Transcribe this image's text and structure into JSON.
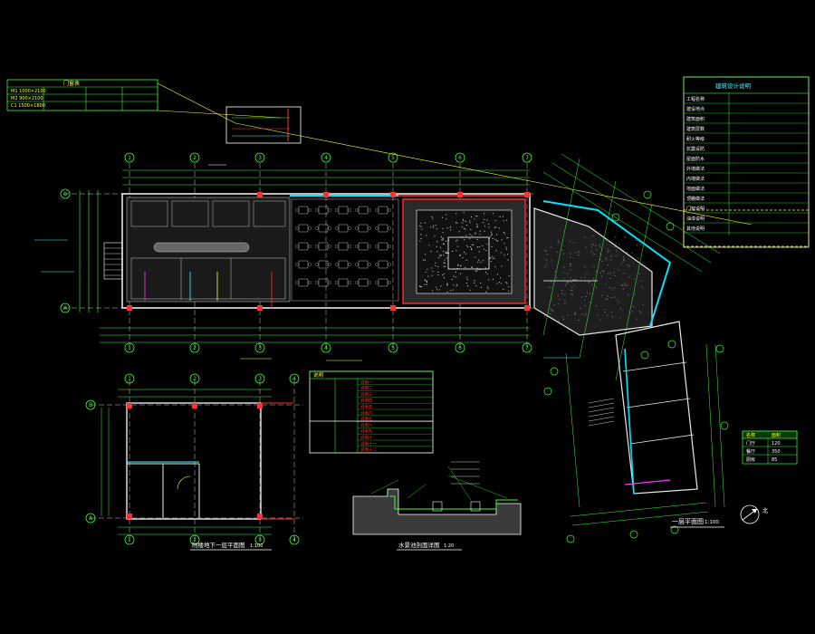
{
  "colors": {
    "background": "#000000",
    "wall": "#e8e8e8",
    "grid": "#33ff33",
    "glass": "#00e5ff",
    "column_red": "#ff3030",
    "yellow": "#ffff33",
    "magenta": "#ff33ff",
    "cyan": "#33ffff"
  },
  "axis_bubbles_top": [
    "1",
    "2",
    "3",
    "4",
    "5",
    "6",
    "7"
  ],
  "axis_bubbles_left": [
    "A",
    "B"
  ],
  "small_plan_top": [
    "1",
    "2",
    "3",
    "4"
  ],
  "small_plan_left": [
    "A",
    "B"
  ],
  "titles": {
    "main_plan": "一层平面图",
    "main_plan_scale": "1:100",
    "small_plan": "附楼地下一层平面图",
    "small_plan_scale": "1:100",
    "section_detail": "水景池剖面详图",
    "section_scale": "1:20"
  },
  "legend": {
    "rows": [
      [
        "名称",
        "面积"
      ],
      [
        "门厅",
        "120"
      ],
      [
        "餐厅",
        "350"
      ],
      [
        "厨房",
        "85"
      ]
    ]
  },
  "notes_table": {
    "header": "说明",
    "rows": [
      "说明一",
      "说明二",
      "说明三",
      "说明四",
      "说明五",
      "说明六",
      "说明七",
      "说明八",
      "说明九",
      "说明十",
      "说明十一",
      "说明十二"
    ]
  },
  "top_left_table": {
    "header": "门窗表",
    "rows": [
      "M1 1000×2100",
      "M2 900×2100",
      "C1 1500×1800"
    ]
  },
  "top_right_table": {
    "header": "建筑设计说明",
    "rows": [
      "工程名称",
      "建设地点",
      "建筑面积",
      "建筑层数",
      "耐火等级",
      "抗震设防",
      "屋面防水",
      "外墙做法",
      "内墙做法",
      "地面做法",
      "顶棚做法",
      "门窗说明",
      "油漆说明",
      "其他说明"
    ]
  },
  "north_label": "北"
}
